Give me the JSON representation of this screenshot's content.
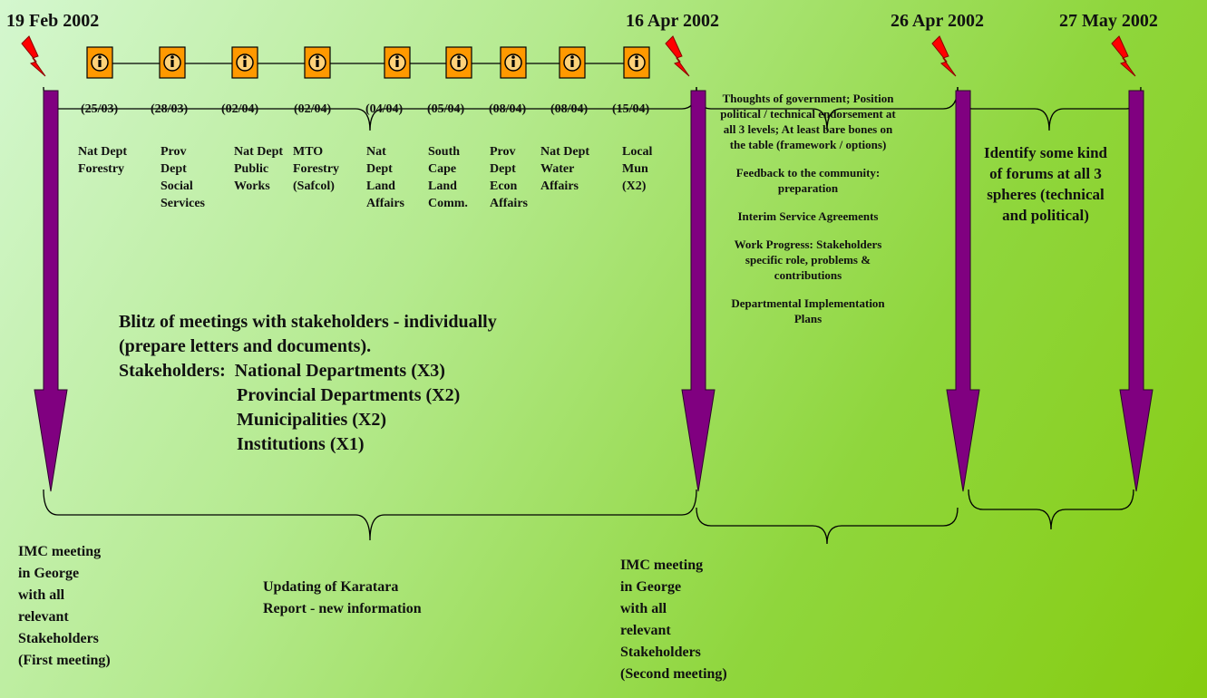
{
  "milestones": [
    {
      "date": "19 Feb 2002"
    },
    {
      "date": "16 Apr 2002"
    },
    {
      "date": "26 Apr 2002"
    },
    {
      "date": "27 May 2002"
    }
  ],
  "meetings": [
    {
      "date": "(25/03)",
      "org": "Nat Dept\nForestry"
    },
    {
      "date": "(28/03)",
      "org": "Prov\nDept\nSocial\nServices"
    },
    {
      "date": "(02/04)",
      "org": "Nat Dept\nPublic\nWorks"
    },
    {
      "date": "(02/04)",
      "org": "MTO\nForestry\n(Safcol)"
    },
    {
      "date": "(04/04)",
      "org": "Nat\nDept\nLand\nAffairs"
    },
    {
      "date": "(05/04)",
      "org": "South\nCape\nLand\nComm."
    },
    {
      "date": "(08/04)",
      "org": "Prov\nDept\nEcon\nAffairs"
    },
    {
      "date": "(08/04)",
      "org": "Nat Dept\nWater\nAffairs"
    },
    {
      "date": "(15/04)",
      "org": "Local\nMun\n(X2)"
    }
  ],
  "blitz_text": "Blitz of meetings with stakeholders - individually\n(prepare letters and documents).\nStakeholders:  National Departments (X3)\n                          Provincial Departments (X2)\n                          Municipalities (X2)\n                          Institutions (X1)",
  "phase2_notes": [
    "Thoughts of government; Position political / technical endorsement at all 3 levels;  At least bare bones on the table (framework / options)",
    "Feedback to the community:  preparation",
    "Interim Service Agreements",
    "Work Progress: Stakeholders specific role, problems & contributions",
    "Departmental Implementation Plans"
  ],
  "phase3_text": "Identify some kind of forums at all 3 spheres (technical and political)",
  "bottom": {
    "imc_first": "IMC meeting\nin George\nwith all\nrelevant\nStakeholders\n(First meeting)",
    "updating": "Updating of Karatara\nReport - new information",
    "imc_second": "IMC meeting\nin George\nwith all\nrelevant\nStakeholders\n(Second meeting)"
  },
  "colors": {
    "arrow": "#800080",
    "lightning": "#ff0000",
    "info_box": "#ff9900",
    "info_icon": "info-icon"
  }
}
